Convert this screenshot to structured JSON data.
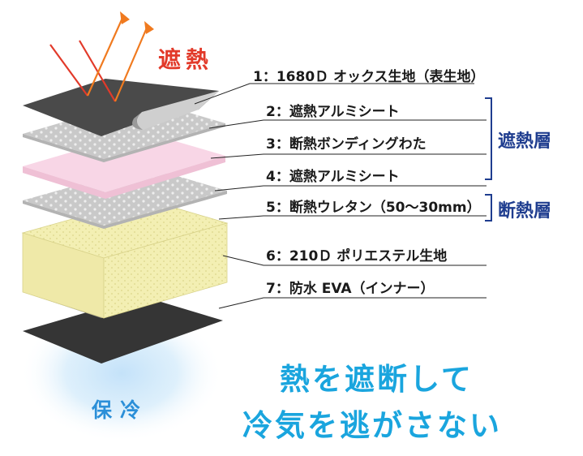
{
  "heat_label": "遮熱",
  "cold_label": "保冷",
  "layers": [
    {
      "label": "1：1680Ｄ オックス生地（表生地）",
      "color": "#4a4a4a"
    },
    {
      "label": "2：遮熱アルミシート",
      "color": "#c7c7c7"
    },
    {
      "label": "3：断熱ボンディングわた",
      "color": "#f8d6e6"
    },
    {
      "label": "4：遮熱アルミシート",
      "color": "#c7c7c7"
    },
    {
      "label": "5：断熱ウレタン（50〜30mm）",
      "color": "#f3efb3"
    },
    {
      "label": "6：210Ｄ ポリエステル生地",
      "color": "#8f8f8f"
    },
    {
      "label": "7：防水 EVA（インナー）",
      "color": "#353535"
    }
  ],
  "groups": {
    "reflect": "遮熱層",
    "insulate": "断熱層"
  },
  "slogan": {
    "line1": "熱を遮断して",
    "line2": "冷気を逃がさない"
  },
  "colors": {
    "heat": "#e23a2a",
    "arrow": "#f07a1f",
    "group": "#1f3d8f",
    "slogan": "#1aa5de",
    "cold_glow": "#b9dcf7"
  }
}
